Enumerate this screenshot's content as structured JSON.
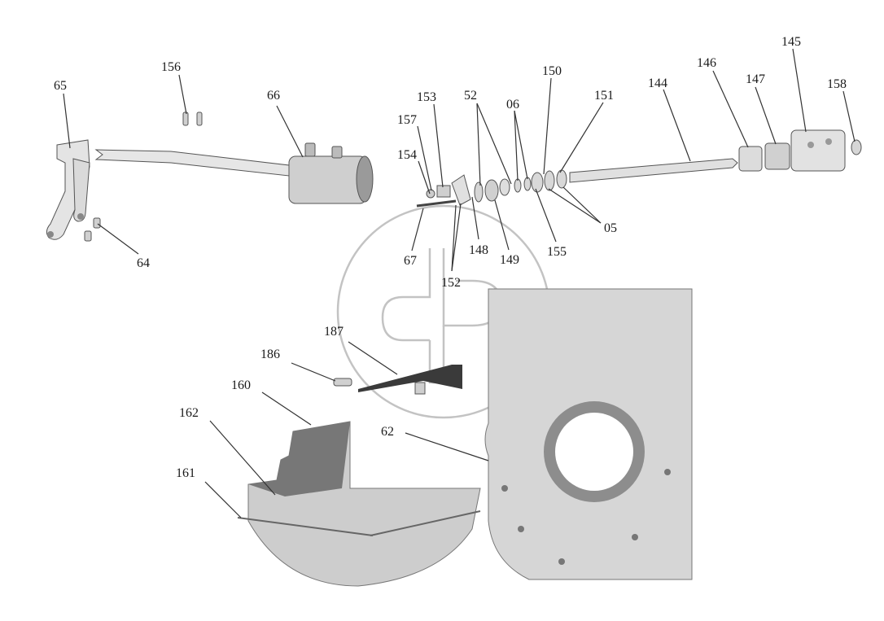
{
  "labels": {
    "l65": "65",
    "l156": "156",
    "l66": "66",
    "l64": "64",
    "l153": "153",
    "l157": "157",
    "l154": "154",
    "l52": "52",
    "l06": "06",
    "l150": "150",
    "l151": "151",
    "l144": "144",
    "l146": "146",
    "l147": "147",
    "l145": "145",
    "l158": "158",
    "l67": "67",
    "l152": "152",
    "l148": "148",
    "l149": "149",
    "l155": "155",
    "l05": "05",
    "l187": "187",
    "l186": "186",
    "l160": "160",
    "l162": "162",
    "l161": "161",
    "l62": "62"
  },
  "colors": {
    "part_light": "#e4e4e4",
    "part_mid": "#c8c8c8",
    "part_dark": "#555555",
    "watermark": "#bdbdbd"
  },
  "watermark_icon": "logo-watermark-icon"
}
